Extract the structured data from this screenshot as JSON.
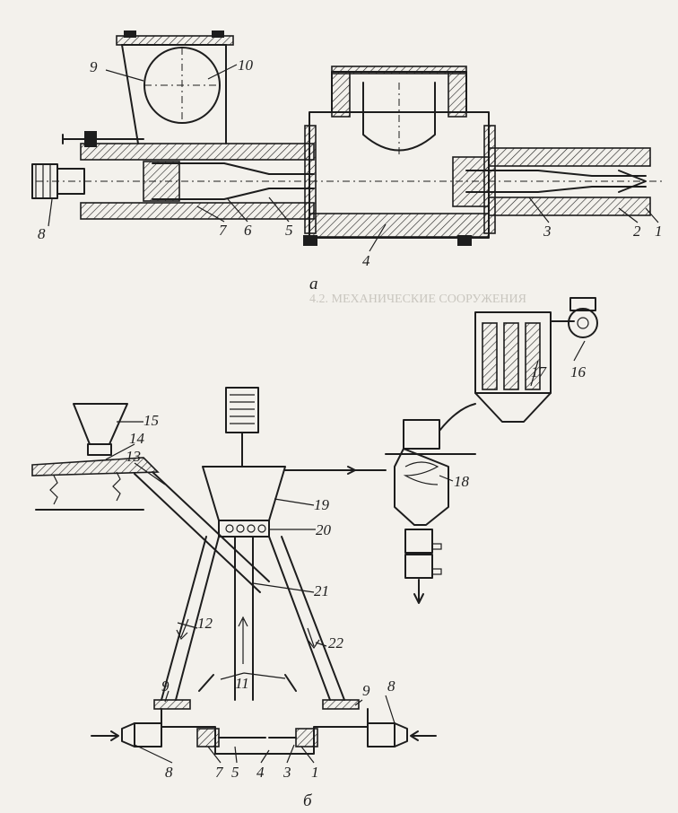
{
  "labels_a": [
    "1",
    "2",
    "3",
    "4",
    "5",
    "6",
    "7",
    "8",
    "9",
    "10"
  ],
  "labels_b": [
    "1",
    "3",
    "4",
    "5",
    "7",
    "8",
    "8",
    "9",
    "9",
    "11",
    "12",
    "13",
    "14",
    "15",
    "16",
    "17",
    "18",
    "19",
    "20",
    "21",
    "22"
  ],
  "caption_a": "а",
  "caption_b": "б",
  "bleed_heading": "4.2. МЕХАНИЧЕСКИЕ СООРУЖЕНИЯ",
  "colors": {
    "ink": "#1d1d1d",
    "paper": "#f3f1ec",
    "bleed": "#c9c6bf"
  }
}
